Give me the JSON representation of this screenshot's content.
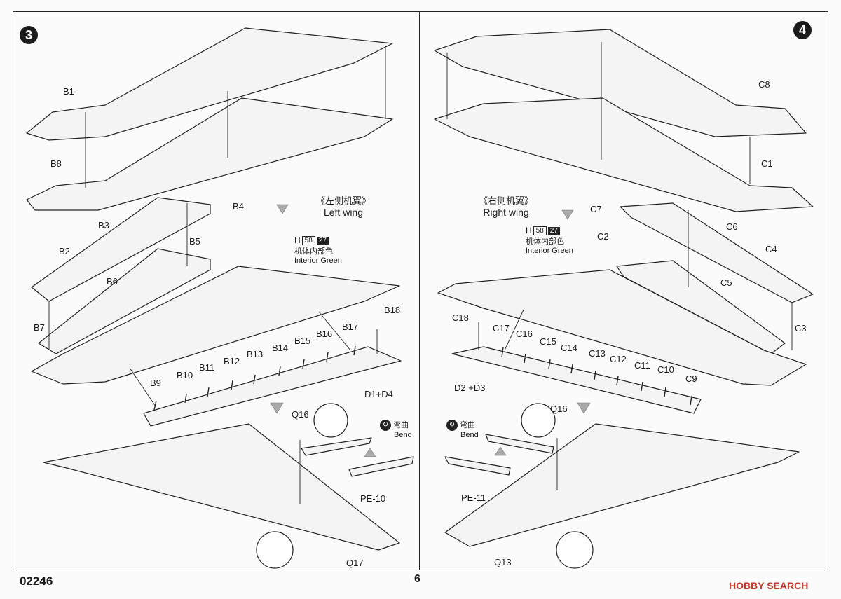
{
  "footer": {
    "product_code": "02246",
    "page_number": "6",
    "watermark": "HOBBY SEARCH"
  },
  "step3": {
    "number": "3",
    "caption_cn": "《左侧机翼》",
    "caption_en": "Left wing",
    "paint": {
      "code": "H",
      "num1": "58",
      "num2": "27",
      "name_cn": "机体内部色",
      "name_en": "Interior Green"
    },
    "bend": {
      "cn": "弯曲",
      "en": "Bend"
    },
    "labels": {
      "b1": "B1",
      "b8": "B8",
      "b4": "B4",
      "b3": "B3",
      "b5": "B5",
      "b2": "B2",
      "b6": "B6",
      "b7": "B7",
      "b18": "B18",
      "b17": "B17",
      "b16": "B16",
      "b15": "B15",
      "b14": "B14",
      "b13": "B13",
      "b12": "B12",
      "b11": "B11",
      "b10": "B10",
      "b9": "B9",
      "d1d4": "D1+D4",
      "q16": "Q16",
      "pe10": "PE-10",
      "q17": "Q17"
    }
  },
  "step4": {
    "number": "4",
    "caption_cn": "《右侧机翼》",
    "caption_en": "Right wing",
    "paint": {
      "code": "H",
      "num1": "58",
      "num2": "27",
      "name_cn": "机体内部色",
      "name_en": "Interior Green"
    },
    "bend": {
      "cn": "弯曲",
      "en": "Bend"
    },
    "labels": {
      "c8": "C8",
      "c1": "C1",
      "c7": "C7",
      "c6": "C6",
      "c2": "C2",
      "c4": "C4",
      "c5": "C5",
      "c3": "C3",
      "c18": "C18",
      "c17": "C17",
      "c16": "C16",
      "c15": "C15",
      "c14": "C14",
      "c13": "C13",
      "c12": "C12",
      "c11": "C11",
      "c10": "C10",
      "c9": "C9",
      "d2d3": "D2 +D3",
      "q16": "Q16",
      "pe11": "PE-11",
      "q13": "Q13"
    }
  }
}
